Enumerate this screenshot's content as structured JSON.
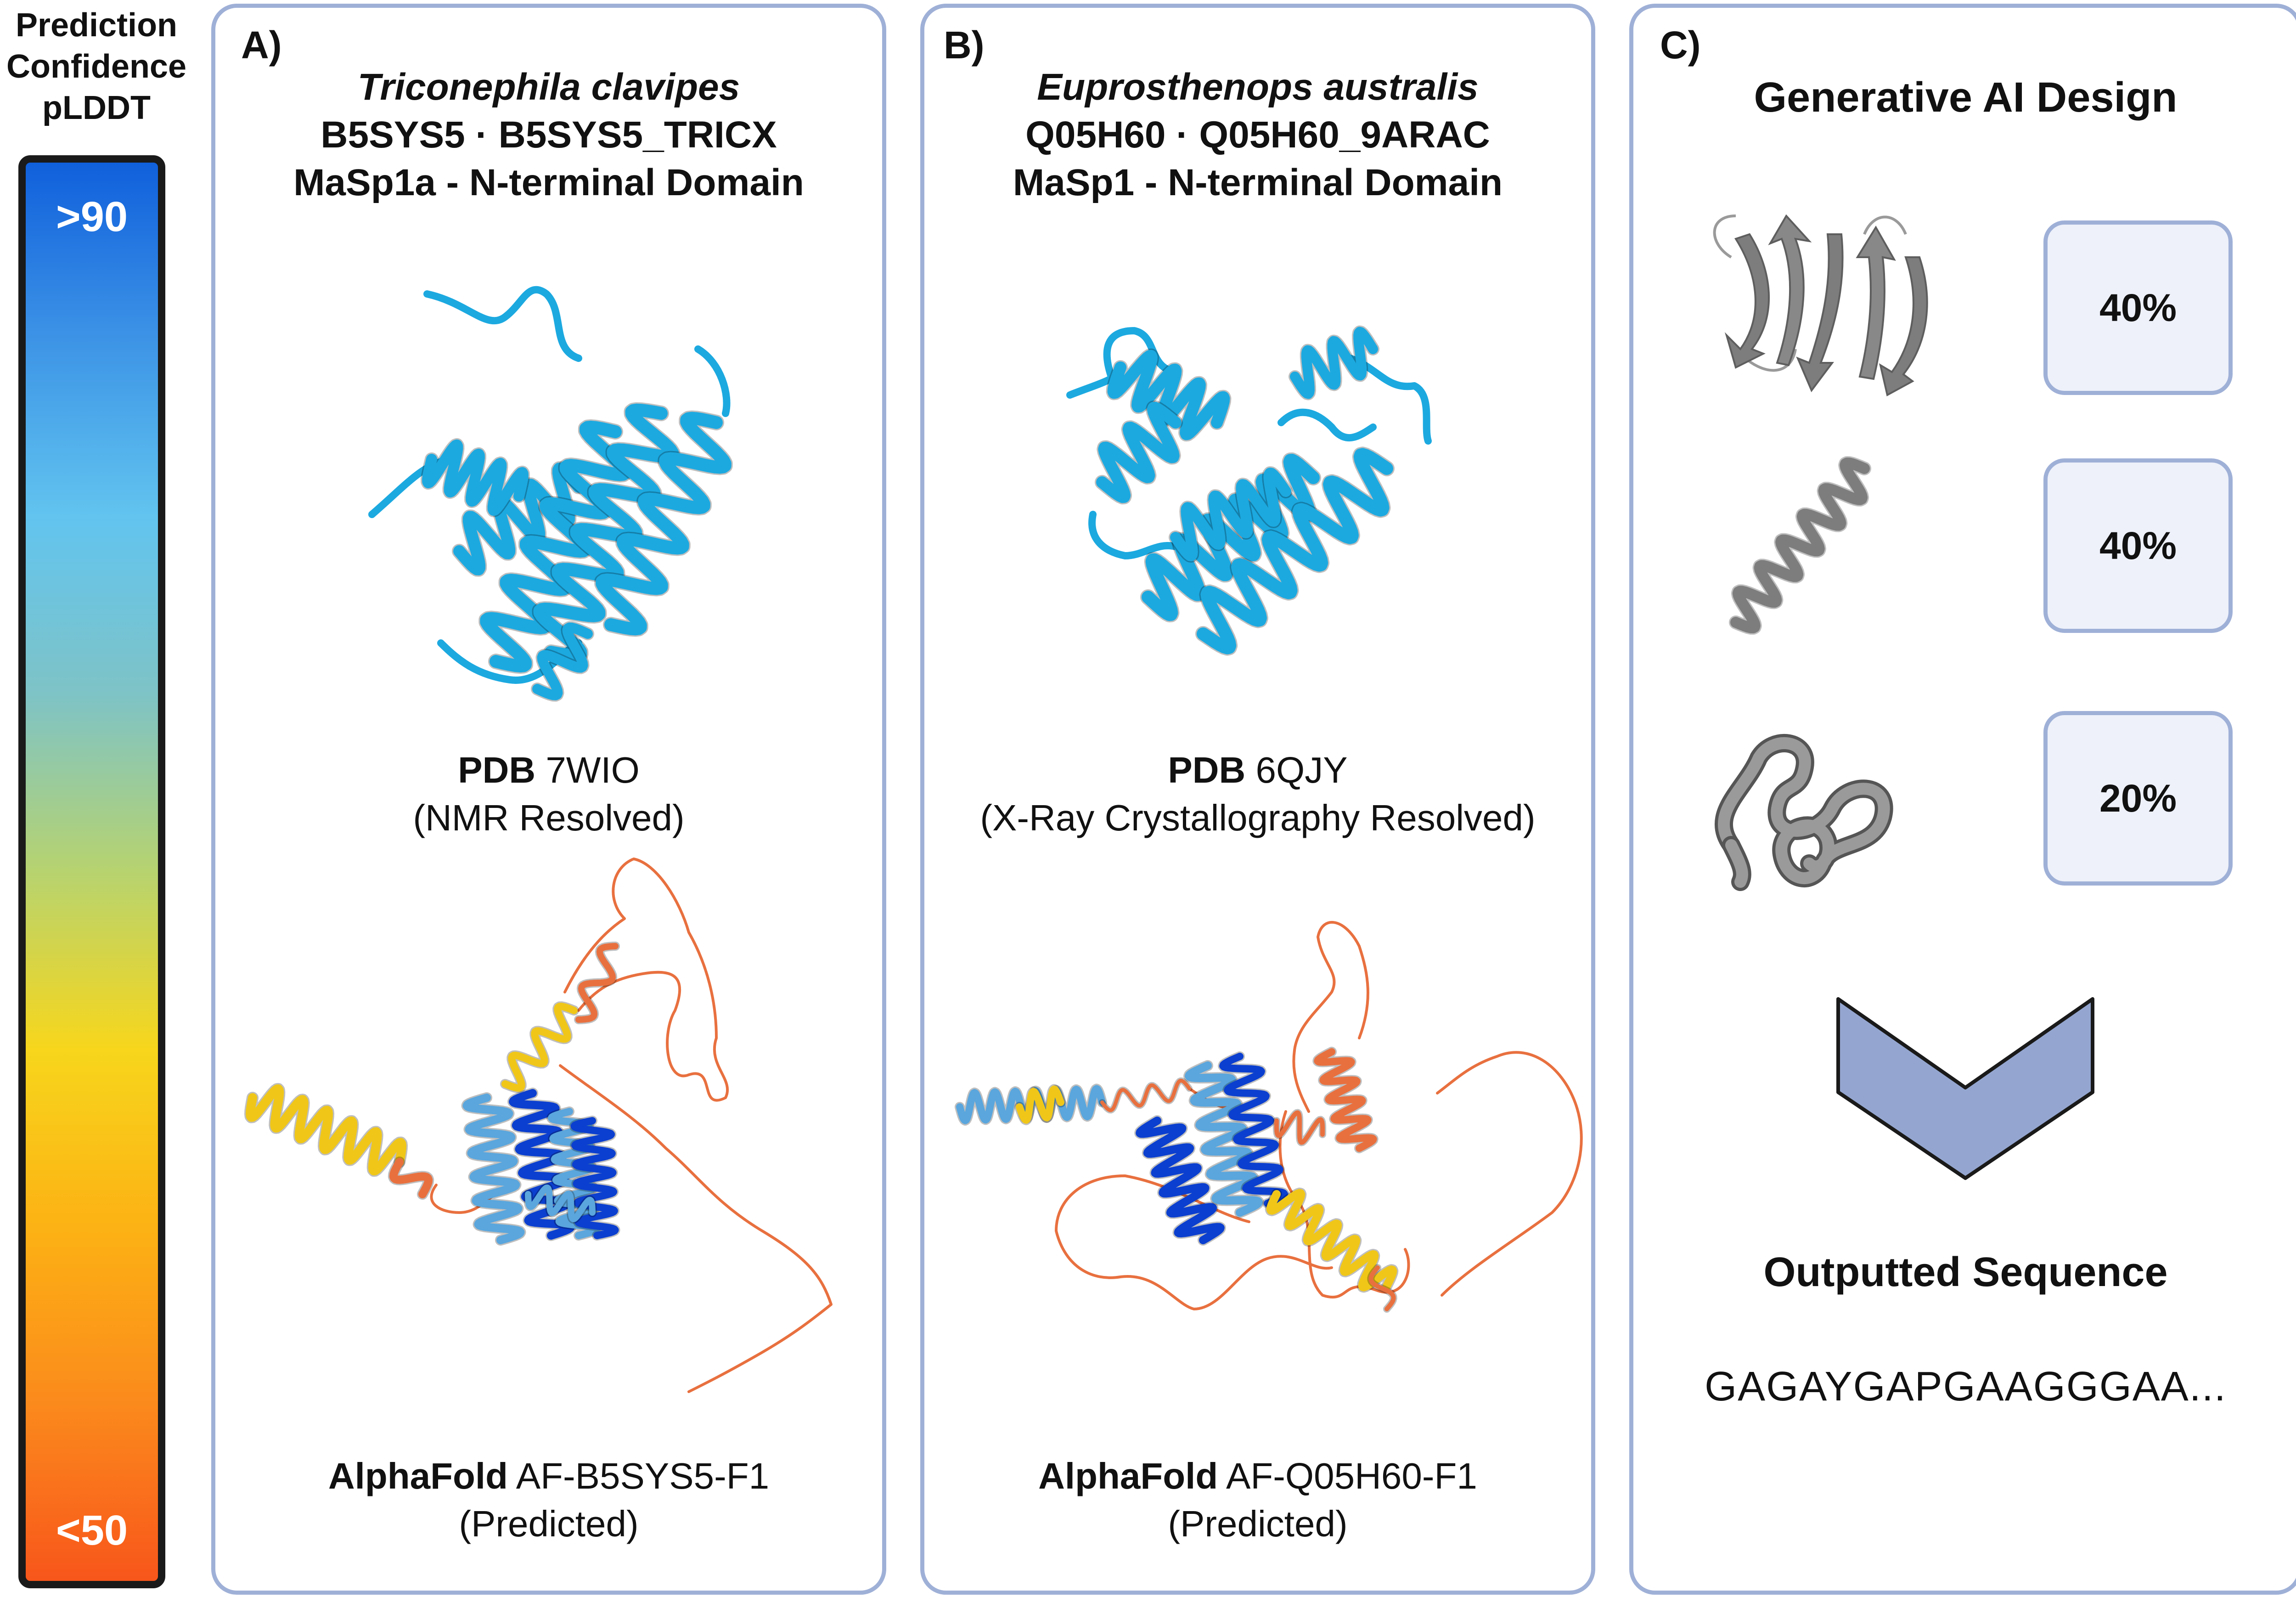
{
  "colors": {
    "panel_border": "#9fb0d7",
    "box_fill": "#eef1fa",
    "arrow_fill": "#94a6d0",
    "nmr_xray_structure": "#1ca9e0",
    "plddt_very_high": "#0b3fcf",
    "plddt_confident": "#5aa6dd",
    "plddt_low": "#f0c719",
    "plddt_very_low": "#e8703f",
    "coil_grey": "#7d7d7d"
  },
  "legend": {
    "title_line1": "Prediction",
    "title_line2": "Confidence",
    "title_line3": "pLDDT",
    "top_label": ">90",
    "bottom_label": "<50",
    "gradient": [
      "#1060dc",
      "#3d94e6",
      "#62c4ef",
      "#7ec3c6",
      "#b7d36f",
      "#f7d61c",
      "#fcb214",
      "#fb8a1c",
      "#f8561b"
    ]
  },
  "panel_a": {
    "letter": "A)",
    "species": "Triconephila clavipes",
    "accession": "B5SYS5 · B5SYS5_TRICX",
    "domain": "MaSp1a - N-terminal Domain",
    "pdb_bold": "PDB",
    "pdb_id": "7WIO",
    "pdb_method": "(NMR Resolved)",
    "af_bold": "AlphaFold",
    "af_id": "AF-B5SYS5-F1",
    "af_note": "(Predicted)"
  },
  "panel_b": {
    "letter": "B)",
    "species": "Euprosthenops australis",
    "accession": "Q05H60 · Q05H60_9ARAC",
    "domain": "MaSp1 - N-terminal Domain",
    "pdb_bold": "PDB",
    "pdb_id": "6QJY",
    "pdb_method": "(X-Ray Crystallography Resolved)",
    "af_bold": "AlphaFold",
    "af_id": "AF-Q05H60-F1",
    "af_note": "(Predicted)"
  },
  "panel_c": {
    "letter": "C)",
    "title": "Generative AI Design",
    "rows": [
      {
        "icon": "beta-sheet-icon",
        "percent": "40%"
      },
      {
        "icon": "alpha-helix-icon",
        "percent": "40%"
      },
      {
        "icon": "random-coil-icon",
        "percent": "20%"
      }
    ],
    "output_title": "Outputted Sequence",
    "sequence": "GAGAYGAPGAAGGGAA..."
  }
}
